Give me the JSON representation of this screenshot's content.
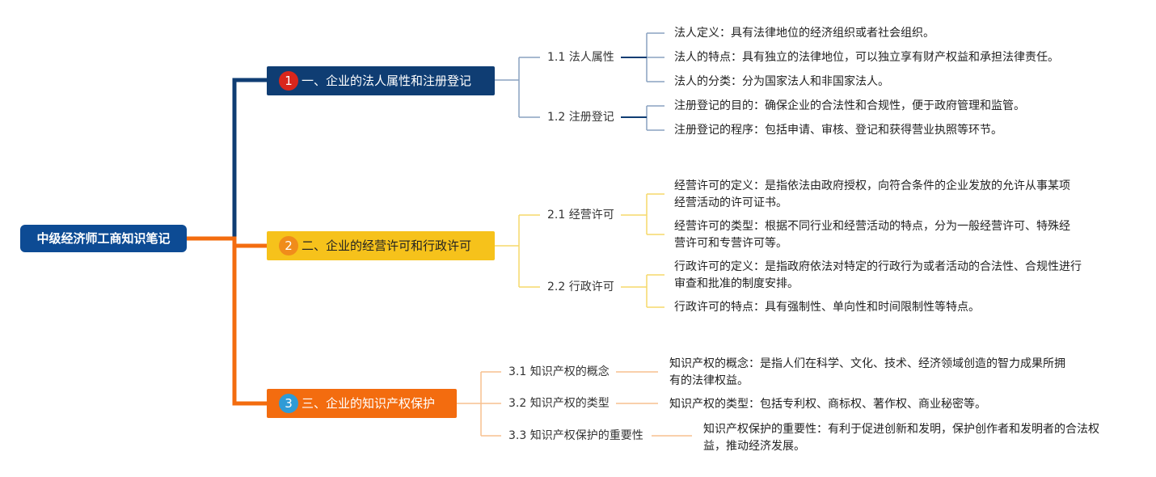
{
  "colors": {
    "root": "#0d4b94",
    "branch1": "#0f3d73",
    "branch2": "#f6c21b",
    "branch3": "#f36c0f",
    "badge1": "#d9261c",
    "badge2": "#f08c1b",
    "badge3": "#2f9bd6",
    "line1": "#0f3d73",
    "line1_light": "#8aa2c0",
    "line2_light": "#f6d96a",
    "line3_light": "#f7c08f"
  },
  "root": {
    "label": "中级经济师工商知识笔记"
  },
  "branches": [
    {
      "number": "1",
      "label": "一、企业的法人属性和注册登记",
      "subs": [
        {
          "label": "1.1 法人属性",
          "leaves": [
            "法人定义：具有法律地位的经济组织或者社会组织。",
            "法人的特点：具有独立的法律地位，可以独立享有财产权益和承担法律责任。",
            "法人的分类：分为国家法人和非国家法人。"
          ]
        },
        {
          "label": "1.2 注册登记",
          "leaves": [
            "注册登记的目的：确保企业的合法性和合规性，便于政府管理和监管。",
            "注册登记的程序：包括申请、审核、登记和获得营业执照等环节。"
          ]
        }
      ]
    },
    {
      "number": "2",
      "label": "二、企业的经营许可和行政许可",
      "subs": [
        {
          "label": "2.1 经营许可",
          "leaves": [
            "经营许可的定义：是指依法由政府授权，向符合条件的企业发放的允许从事某项经营活动的许可证书。",
            "经营许可的类型：根据不同行业和经营活动的特点，分为一般经营许可、特殊经营许可和专营许可等。"
          ]
        },
        {
          "label": "2.2 行政许可",
          "leaves": [
            "行政许可的定义：是指政府依法对特定的行政行为或者活动的合法性、合规性进行审查和批准的制度安排。",
            "行政许可的特点：具有强制性、单向性和时间限制性等特点。"
          ]
        }
      ]
    },
    {
      "number": "3",
      "label": "三、企业的知识产权保护",
      "subs": [
        {
          "label": "3.1 知识产权的概念",
          "leaves": [
            "知识产权的概念：是指人们在科学、文化、技术、经济领域创造的智力成果所拥有的法律权益。"
          ]
        },
        {
          "label": "3.2 知识产权的类型",
          "leaves": [
            "知识产权的类型：包括专利权、商标权、著作权、商业秘密等。"
          ]
        },
        {
          "label": "3.3 知识产权保护的重要性",
          "leaves": [
            "知识产权保护的重要性：有利于促进创新和发明，保护创作者和发明者的合法权益，推动经济发展。"
          ]
        }
      ]
    }
  ]
}
